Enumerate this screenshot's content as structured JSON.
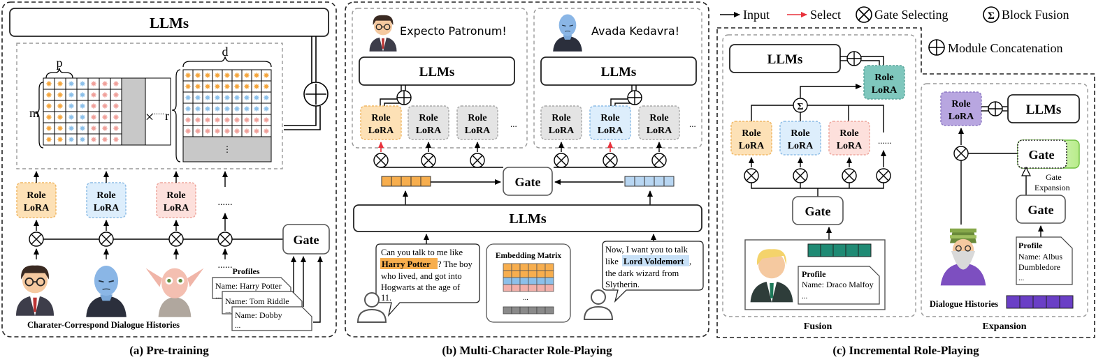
{
  "llms": "LLMs",
  "gate": "Gate",
  "role_lora": [
    "Role",
    "LoRA"
  ],
  "legend": {
    "input": "Input",
    "select": "Select",
    "gate_selecting": "Gate Selecting",
    "block_fusion": "Block Fusion",
    "module_concat": "Module Concatenation"
  },
  "panel_a": {
    "caption": "(a) Pre-training",
    "histories": "Charater-Correspond Dialogue Histories",
    "matrix_p": "p",
    "matrix_m": "m",
    "matrix_r": "r",
    "matrix_d": "d",
    "times": "×",
    "dots_row": "......",
    "profiles_title": "Profiles",
    "profiles": [
      "Name: Harry Potter",
      "Name: Tom Riddle",
      "Name: Dobby"
    ]
  },
  "panel_b": {
    "caption": "(b) Multi-Character Role-Playing",
    "speech_left": "Expecto Patronum!",
    "speech_right": "Avada Kedavra!",
    "embedding": "Embedding Matrix",
    "bubble_left": {
      "pre": "Can you talk to me like",
      "highlight": "Harry Potter",
      "post": "? The boy",
      "lines": [
        "who lived, and got into",
        "Hogwarts at the age of",
        "11."
      ]
    },
    "bubble_right": {
      "line1": "Now, I want you to talk",
      "pre": "like",
      "highlight": "Lord Voldemort",
      "post": ",",
      "lines": [
        "the dark wizard from",
        "Slytherin."
      ]
    }
  },
  "panel_c": {
    "caption": "(c) Incremental Role-Playing",
    "fusion": "Fusion",
    "expansion": "Expansion",
    "gate_expansion": [
      "Gate",
      "Expansion"
    ],
    "dialogue_histories": "Dialogue Histories",
    "profile_fusion": [
      "Profile",
      "Name: Draco Malfoy",
      "..."
    ],
    "profile_expansion": [
      "Profile",
      "Name: Albus",
      "Dumbledore",
      "..."
    ],
    "sigma": "Σ"
  },
  "colors": {
    "orange": "#fde1b6",
    "orange_border": "#f0b866",
    "blue": "#ddeefc",
    "blue_border": "#8fbde6",
    "pink": "#fde0dc",
    "pink_border": "#eea79e",
    "teal": "#7fc7bd",
    "purple": "#b8a6e0",
    "gray": "#e4e4e4",
    "green": "#c8f0a0",
    "select": "#e8323c"
  }
}
